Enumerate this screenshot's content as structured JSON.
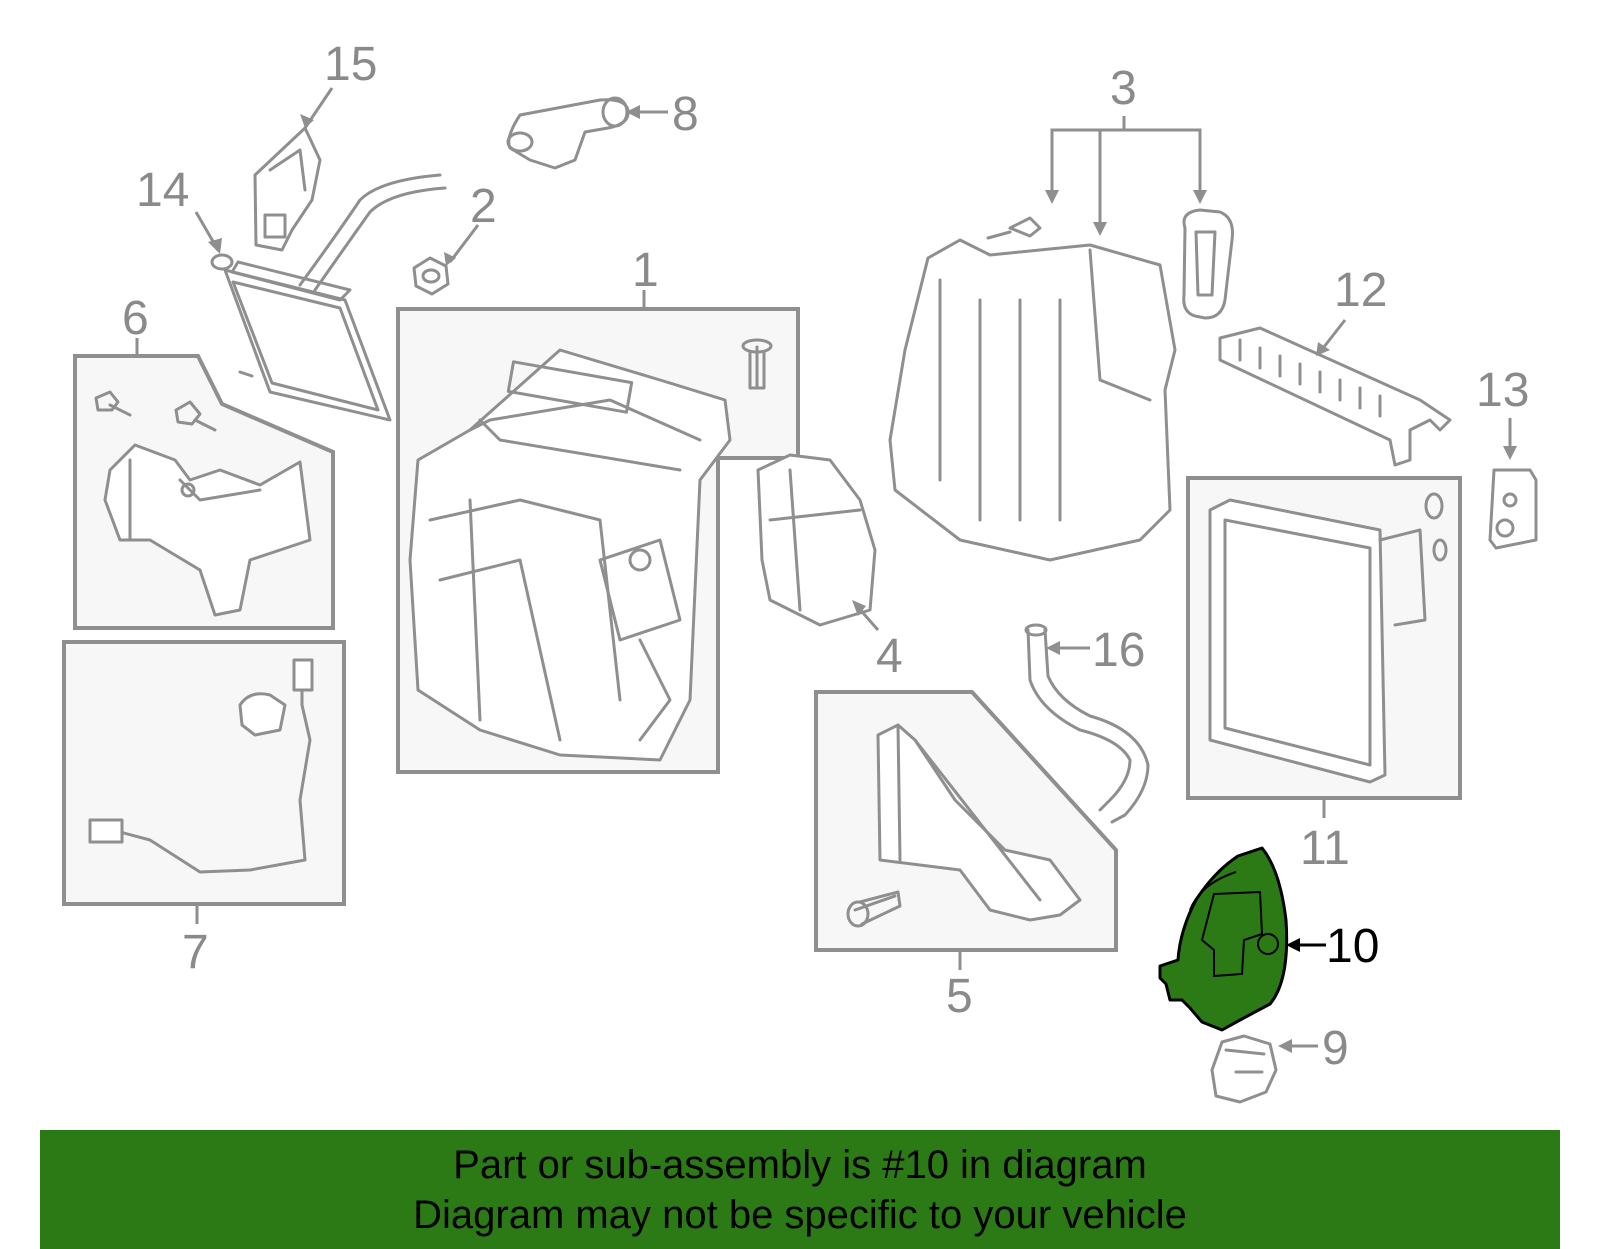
{
  "callouts": {
    "p1": "1",
    "p2": "2",
    "p3": "3",
    "p4": "4",
    "p5": "5",
    "p6": "6",
    "p7": "7",
    "p8": "8",
    "p9": "9",
    "p10": "10",
    "p11": "11",
    "p12": "12",
    "p13": "13",
    "p14": "14",
    "p15": "15",
    "p16": "16"
  },
  "highlight_part": "10",
  "colors": {
    "line": "#8f8f8f",
    "box_fill": "#f7f7f7",
    "highlight_fill": "#2c7a16",
    "banner_bg": "#2c7a16",
    "banner_text": "#000000"
  },
  "banner": {
    "line1": "Part or sub-assembly is #10 in diagram",
    "line2": "Diagram may not be specific to your vehicle"
  }
}
